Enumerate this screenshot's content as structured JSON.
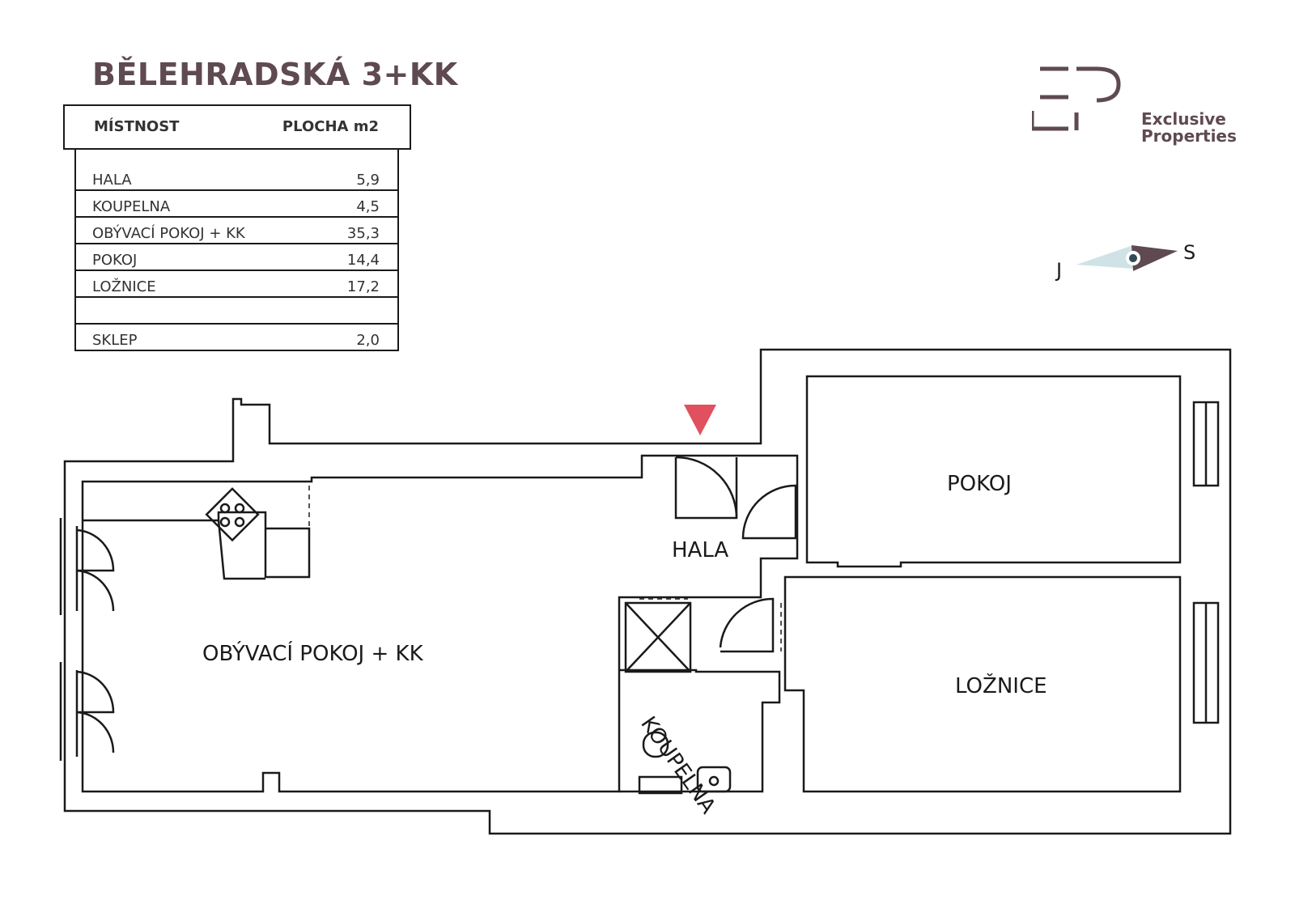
{
  "title": "BĚLEHRADSKÁ 3+KK",
  "table": {
    "header_room": "MÍSTNOST",
    "header_area": "PLOCHA m2",
    "rows": [
      {
        "name": "HALA",
        "area": "5,9"
      },
      {
        "name": "KOUPELNA",
        "area": "4,5"
      },
      {
        "name": "OBÝVACÍ POKOJ  + KK",
        "area": "35,3"
      },
      {
        "name": "POKOJ",
        "area": "14,4"
      },
      {
        "name": "LOŽNICE",
        "area": "17,2"
      },
      {
        "name": "",
        "area": ""
      },
      {
        "name": "SKLEP",
        "area": "2,0"
      }
    ]
  },
  "logo": {
    "line1": "Exclusive",
    "line2": "Properties",
    "color": "#5e4a50"
  },
  "compass": {
    "left_letter": "J",
    "right_letter": "S",
    "south_color": "#cfe3e6",
    "north_color": "#5e4a50"
  },
  "rooms": {
    "pokoj": "POKOJ",
    "hala": "HALA",
    "obyvaci": "OBÝVACÍ POKOJ + KK",
    "loznice": "LOŽNICE",
    "koupelna": "KOUPELNA"
  },
  "entrance_marker_color": "#e0505f"
}
